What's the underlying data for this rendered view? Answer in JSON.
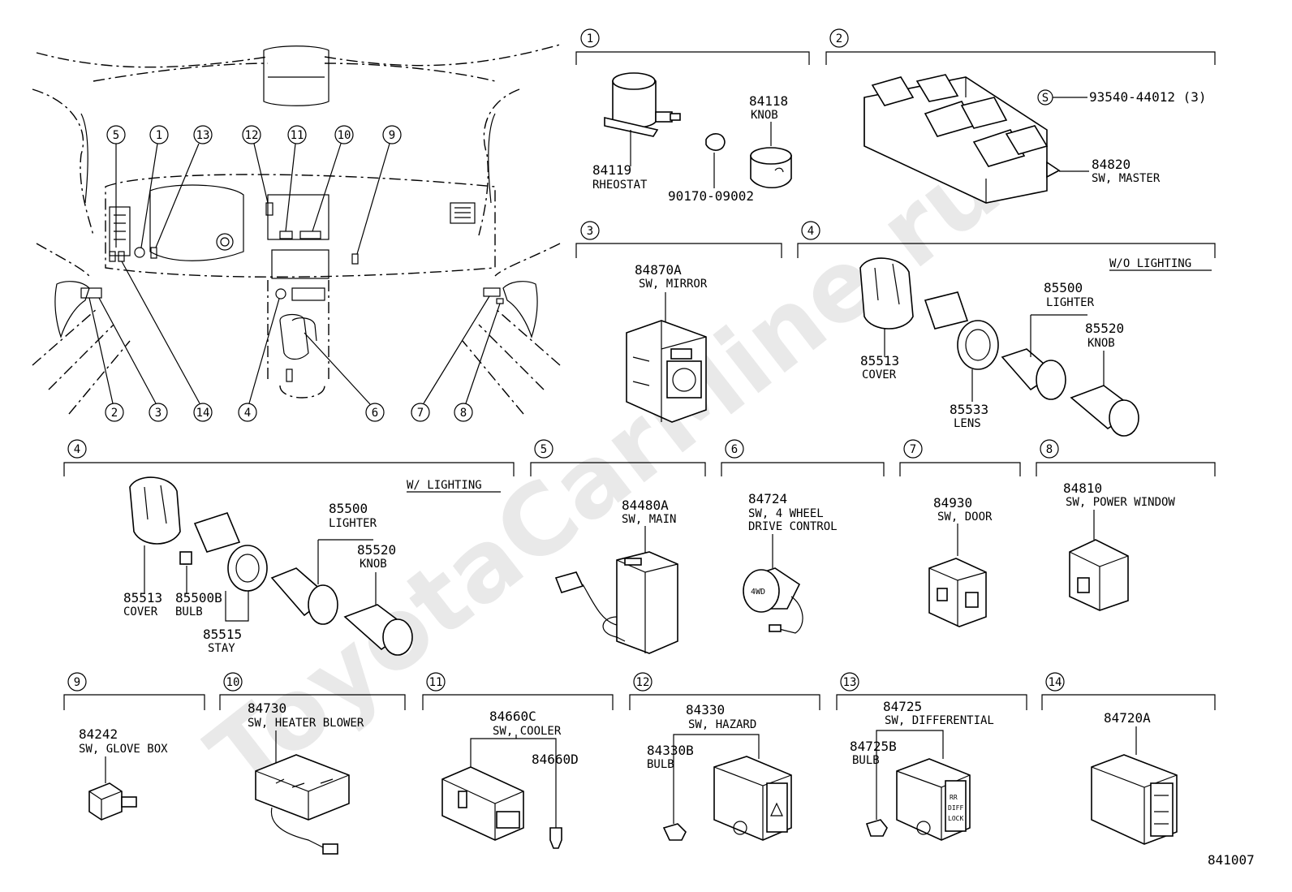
{
  "watermark": "ToyotaCarMine.ru",
  "diagram_code": "841007",
  "overview": {
    "callouts_top": [
      "5",
      "1",
      "13",
      "12",
      "11",
      "10",
      "9"
    ],
    "callouts_bottom": [
      "2",
      "3",
      "14",
      "4",
      "6",
      "7",
      "8"
    ]
  },
  "sections": [
    {
      "num": "1"
    },
    {
      "num": "2"
    },
    {
      "num": "3"
    },
    {
      "num": "4",
      "note": "W/O LIGHTING"
    },
    {
      "num": "4",
      "note": "W/ LIGHTING"
    },
    {
      "num": "5"
    },
    {
      "num": "6"
    },
    {
      "num": "7"
    },
    {
      "num": "8"
    },
    {
      "num": "9"
    },
    {
      "num": "10"
    },
    {
      "num": "11"
    },
    {
      "num": "12"
    },
    {
      "num": "13"
    },
    {
      "num": "14"
    }
  ],
  "parts": {
    "s1_rheostat_no": "84119",
    "s1_rheostat_name": "RHEOSTAT",
    "s1_knob_no": "84118",
    "s1_knob_name": "KNOB",
    "s1_clip_no": "90170-09002",
    "s2_screw_sym": "S",
    "s2_screw_no": "93540-44012 (3)",
    "s2_master_no": "84820",
    "s2_master_name": "SW, MASTER",
    "s3_mirror_no": "84870A",
    "s3_mirror_name": "SW, MIRROR",
    "s4a_lighter_no": "85500",
    "s4a_lighter_name": "LIGHTER",
    "s4a_knob_no": "85520",
    "s4a_knob_name": "KNOB",
    "s4a_cover_no": "85513",
    "s4a_cover_name": "COVER",
    "s4a_lens_no": "85533",
    "s4a_lens_name": "LENS",
    "s4b_cover_no": "85513",
    "s4b_cover_name": "COVER",
    "s4b_bulb_no": "85500B",
    "s4b_bulb_name": "BULB",
    "s4b_stay_no": "85515",
    "s4b_stay_name": "STAY",
    "s4b_lighter_no": "85500",
    "s4b_lighter_name": "LIGHTER",
    "s4b_knob_no": "85520",
    "s4b_knob_name": "KNOB",
    "s5_no": "84480A",
    "s5_name": "SW, MAIN",
    "s6_no": "84724",
    "s6_name1": "SW, 4 WHEEL",
    "s6_name2": "DRIVE CONTROL",
    "s6_mark": "4WD",
    "s7_no": "84930",
    "s7_name": "SW, DOOR",
    "s8_no": "84810",
    "s8_name": "SW, POWER WINDOW",
    "s9_no": "84242",
    "s9_name": "SW, GLOVE BOX",
    "s10_no": "84730",
    "s10_name": "SW, HEATER BLOWER",
    "s11_no": "84660C",
    "s11_name": "SW, COOLER",
    "s11_sub_no": "84660D",
    "s12_no": "84330",
    "s12_name": "SW, HAZARD",
    "s12_bulb_no": "84330B",
    "s12_bulb_name": "BULB",
    "s13_no": "84725",
    "s13_name": "SW, DIFFERENTIAL",
    "s13_bulb_no": "84725B",
    "s13_bulb_name": "BULB",
    "s13_face1": "RR",
    "s13_face2": "DIFF",
    "s13_face3": "LOCK",
    "s14_no": "84720A"
  }
}
